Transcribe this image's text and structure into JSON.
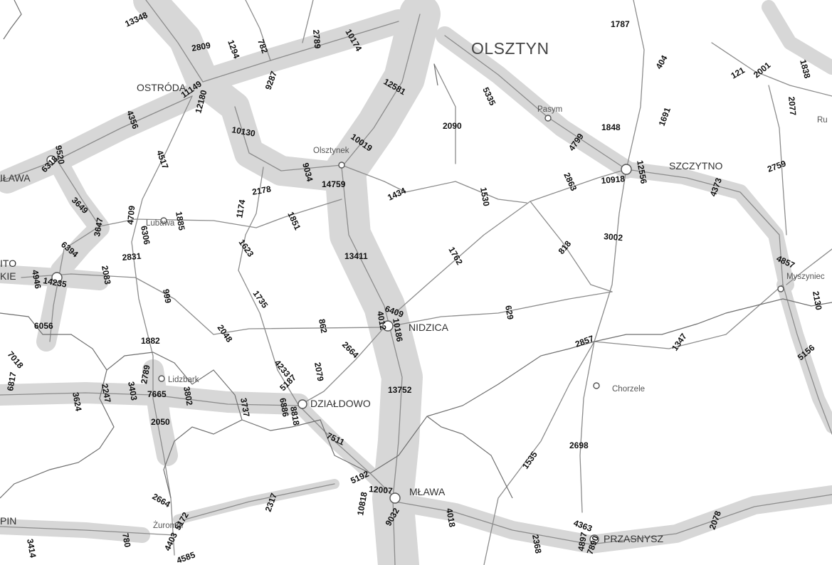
{
  "map": {
    "cities": {
      "olsztyn": "OLSZTYN",
      "ostroda": "OSTRÓDA",
      "nidzica": "NIDZICA",
      "dzialdowo": "DZIAŁDOWO",
      "mlawa": "MŁAWA",
      "szczytno": "SZCZYTNO",
      "przasnysz": "PRZASNYSZ",
      "olsztynek": "Olsztynek",
      "pasym": "Pasym",
      "lubawa": "Lubawa",
      "lidzbark": "Lidzbark",
      "chorzele": "Chorzele",
      "myszyniec": "Myszyniec",
      "zuromin": "Żuromin",
      "edge_ilawa": "IŁAWA",
      "edge_mia": "ITO",
      "edge_mia2": "KIE",
      "edge_ru": "Ru",
      "edge_pin": "PIN"
    },
    "traffic_counts": {
      "c13348": "13348",
      "c2809": "2809",
      "c1294": "1294",
      "c782": "782",
      "c2789": "2789",
      "c10174": "10174",
      "c9287": "9287",
      "c11149": "11149",
      "c12180": "12180",
      "c4356": "4356",
      "c10130": "10130",
      "c12581": "12581",
      "c10019": "10019",
      "c2090": "2090",
      "c5335": "5335",
      "c1787": "1787",
      "c404": "404",
      "c121": "121",
      "c2001": "2001",
      "c1838": "1838",
      "c2077": "2077",
      "c1848": "1848",
      "c1691": "1691",
      "c4799": "4799",
      "c9034": "9034",
      "c14759": "14759",
      "c1434": "1434",
      "c1530": "1530",
      "c2863": "2863",
      "c10918": "10918",
      "c12556": "12556",
      "c4373": "4373",
      "c2759": "2759",
      "c9520": "9520",
      "c6318": "6318",
      "c4517": "4517",
      "c2178": "2178",
      "c1174": "1174",
      "c1851": "1851",
      "c1885": "1885",
      "c6306": "6306",
      "c4709": "4709",
      "c3647": "3647",
      "c3649": "3649",
      "c1623": "1623",
      "c13411": "13411",
      "c1762": "1762",
      "c818": "818",
      "c3002": "3002",
      "c4857": "4857",
      "c6394": "6394",
      "c2831": "2831",
      "c2083": "2083",
      "c14235": "14235",
      "c4946": "4946",
      "c999": "999",
      "c1735": "1735",
      "c6409": "6409",
      "c4012": "4012",
      "c10186": "10186",
      "c629": "629",
      "c2130": "2130",
      "c6056": "6056",
      "c1882": "1882",
      "c2048": "2048",
      "c862": "862",
      "c2664": "2664",
      "c2857": "2857",
      "c1347": "1347",
      "c5156": "5156",
      "c7018": "7018",
      "c2789b": "2789",
      "c4233": "4233",
      "c2079": "2079",
      "c5187": "5187",
      "c6886": "6886",
      "c8818": "8818",
      "c13752": "13752",
      "c6817": "6817",
      "c3624": "3624",
      "c2247": "2247",
      "c3403": "3403",
      "c7665": "7665",
      "c3802": "3802",
      "c3737": "3737",
      "c2050": "2050",
      "c7511": "7511",
      "c2698": "2698",
      "c1535": "1535",
      "c5192": "5192",
      "c12007": "12007",
      "c10818": "10818",
      "c9032": "9032",
      "c4018": "4018",
      "c2664b": "2664",
      "c2317": "2317",
      "c3414": "3414",
      "c780": "780",
      "c5172": "5172",
      "c4403": "4403",
      "c4585": "4585",
      "c2368": "2368",
      "c4363": "4363",
      "c4897": "4897",
      "c7890": "7890",
      "c2078": "2078"
    }
  }
}
